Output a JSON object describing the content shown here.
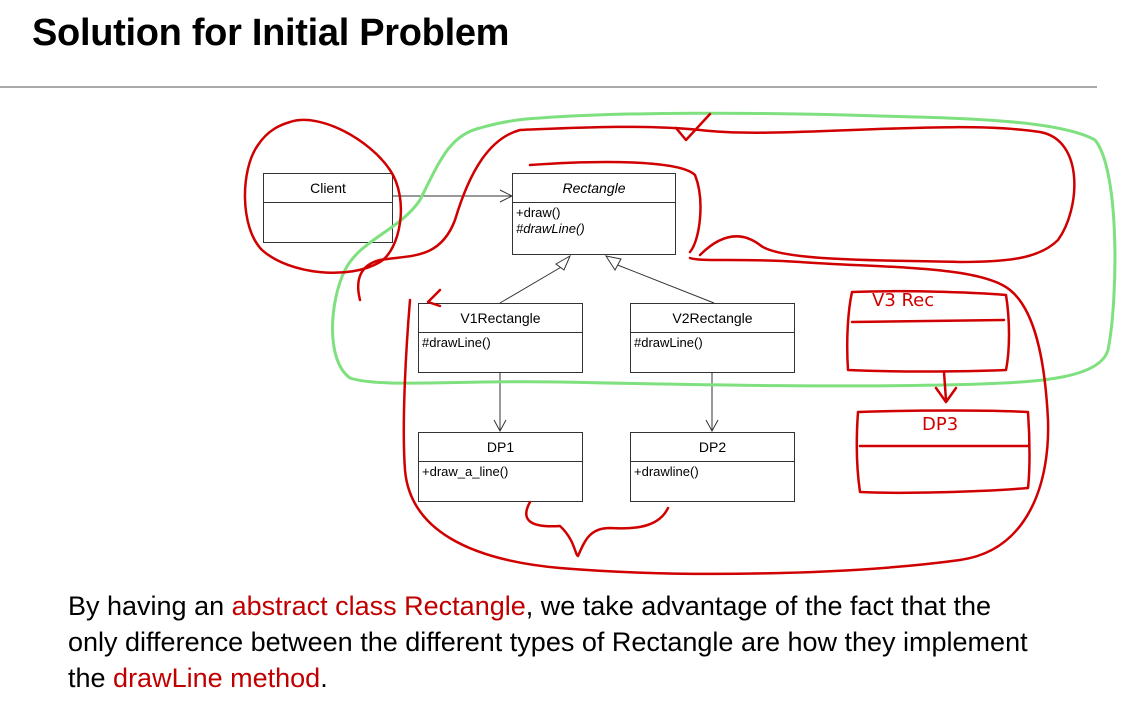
{
  "slide": {
    "title": "Solution for Initial Problem"
  },
  "diagram": {
    "classes": {
      "client": {
        "name": "Client"
      },
      "rectangle": {
        "name": "Rectangle",
        "op1": "+draw()",
        "op2": "#drawLine()"
      },
      "v1rectangle": {
        "name": "V1Rectangle",
        "op1": "#drawLine()"
      },
      "v2rectangle": {
        "name": "V2Rectangle",
        "op1": "#drawLine()"
      },
      "dp1": {
        "name": "DP1",
        "op1": "+draw_a_line()"
      },
      "dp2": {
        "name": "DP2",
        "op1": "+drawline()"
      }
    },
    "annotations": {
      "v3rec": "V3 Rec",
      "dp3": "DP3"
    },
    "colors": {
      "annotation_red": "#d00000",
      "annotation_green": "#7ee07e"
    }
  },
  "caption": {
    "part1": "By having an ",
    "highlight1": "abstract class Rectangle",
    "part2": ", we take advantage of the fact that the only difference between the different types of Rectangle are how they implement the ",
    "highlight2": "drawLine method",
    "part3": "."
  }
}
